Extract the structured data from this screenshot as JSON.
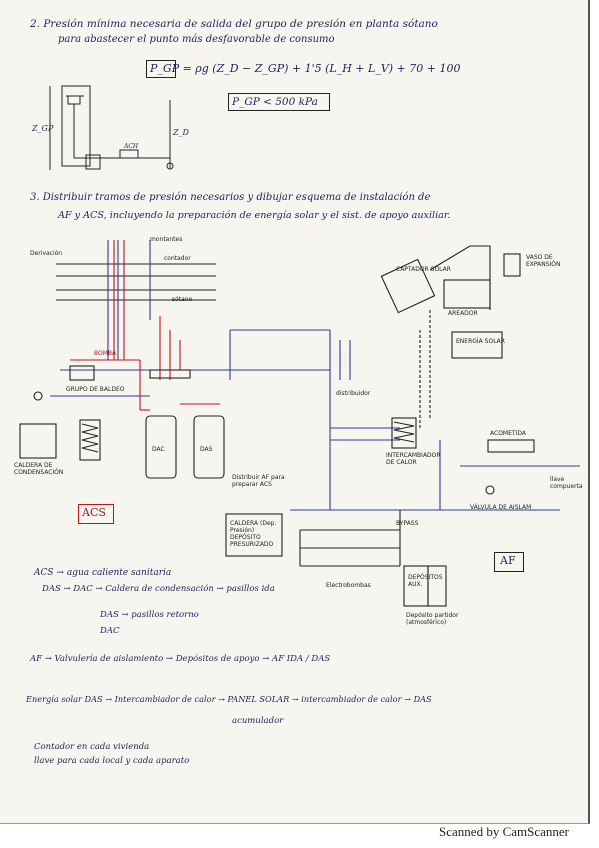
{
  "section2": {
    "title_line1": "2. Presión mínima necesaria de salida del grupo de presión en planta sótano",
    "title_line2": "para abastecer el punto más desfavorable de consumo",
    "formula": "P_GP = ρg (Z_D − Z_GP) + 1'5 (L_H + L_V) + 70 + 100",
    "result": "P_GP < 500 kPa",
    "label_zgp": "Z_GP",
    "label_zd": "Z_D",
    "label_ach": "ACH"
  },
  "section3": {
    "title_line1": "3. Distribuir tramos de presión necesarios y dibujar esquema de instalación de",
    "title_line2": "AF y ACS, incluyendo la preparación de energía solar y el sist. de apoyo auxiliar."
  },
  "schematic": {
    "derivacion": "Derivación",
    "montantes": "montantes",
    "contador": "contador",
    "sotano": "sótano",
    "grupo_bombeo": "GRUPO DE BALDEO",
    "bomba": "BOMBA",
    "caldera": "CALDERA DE CONDENSACIÓN",
    "dac": "DAC",
    "das": "DAS",
    "distribuidor": "distribuidor",
    "distribuir_af": "Distribuir AF para preparar ACS",
    "intercambiador": "INTERCAMBIADOR DE CALOR",
    "captador": "CAPTADOR SOLAR",
    "vaso": "VASO DE EXPANSIÓN",
    "aereador": "AREADOR",
    "energia_solar": "ENERGÍA SOLAR",
    "acometida": "ACOMETIDA",
    "llave_general": "llave compuerta",
    "valvula_retencion": "VÁLVULA DE AISLAM",
    "bypass": "BYPASS",
    "caldera_dep": "CALDERA (Dep. Presión) DEPÓSITO PRESURIZADO",
    "electrobombas": "Electrobombas",
    "depositos_auxiliares": "DEPÓSITOS AUX.",
    "deposito_partidor": "Depósito partidor (atmosférico)",
    "acs_tag": "ACS",
    "af_tag": "AF"
  },
  "notes": [
    {
      "text": "ACS → agua caliente sanitaria"
    },
    {
      "text": "DAS → DAC → Caldera de condensación → pasillos ida"
    },
    {
      "text": "DAS → pasillos retorno"
    },
    {
      "text": "DAC"
    },
    {
      "text": "AF → Valvulería de aislamiento → Depósitos de apoyo → AF IDA / DAS"
    },
    {
      "text": "Energía solar DAS → Intercambiador de calor → PANEL SOLAR → intercambiador de calor → DAS"
    },
    {
      "text": "acumulador"
    },
    {
      "text": "Contador en cada vivienda"
    },
    {
      "text": "llave para cada local y cada aparato"
    }
  ],
  "footer": "Scanned by CamScanner"
}
